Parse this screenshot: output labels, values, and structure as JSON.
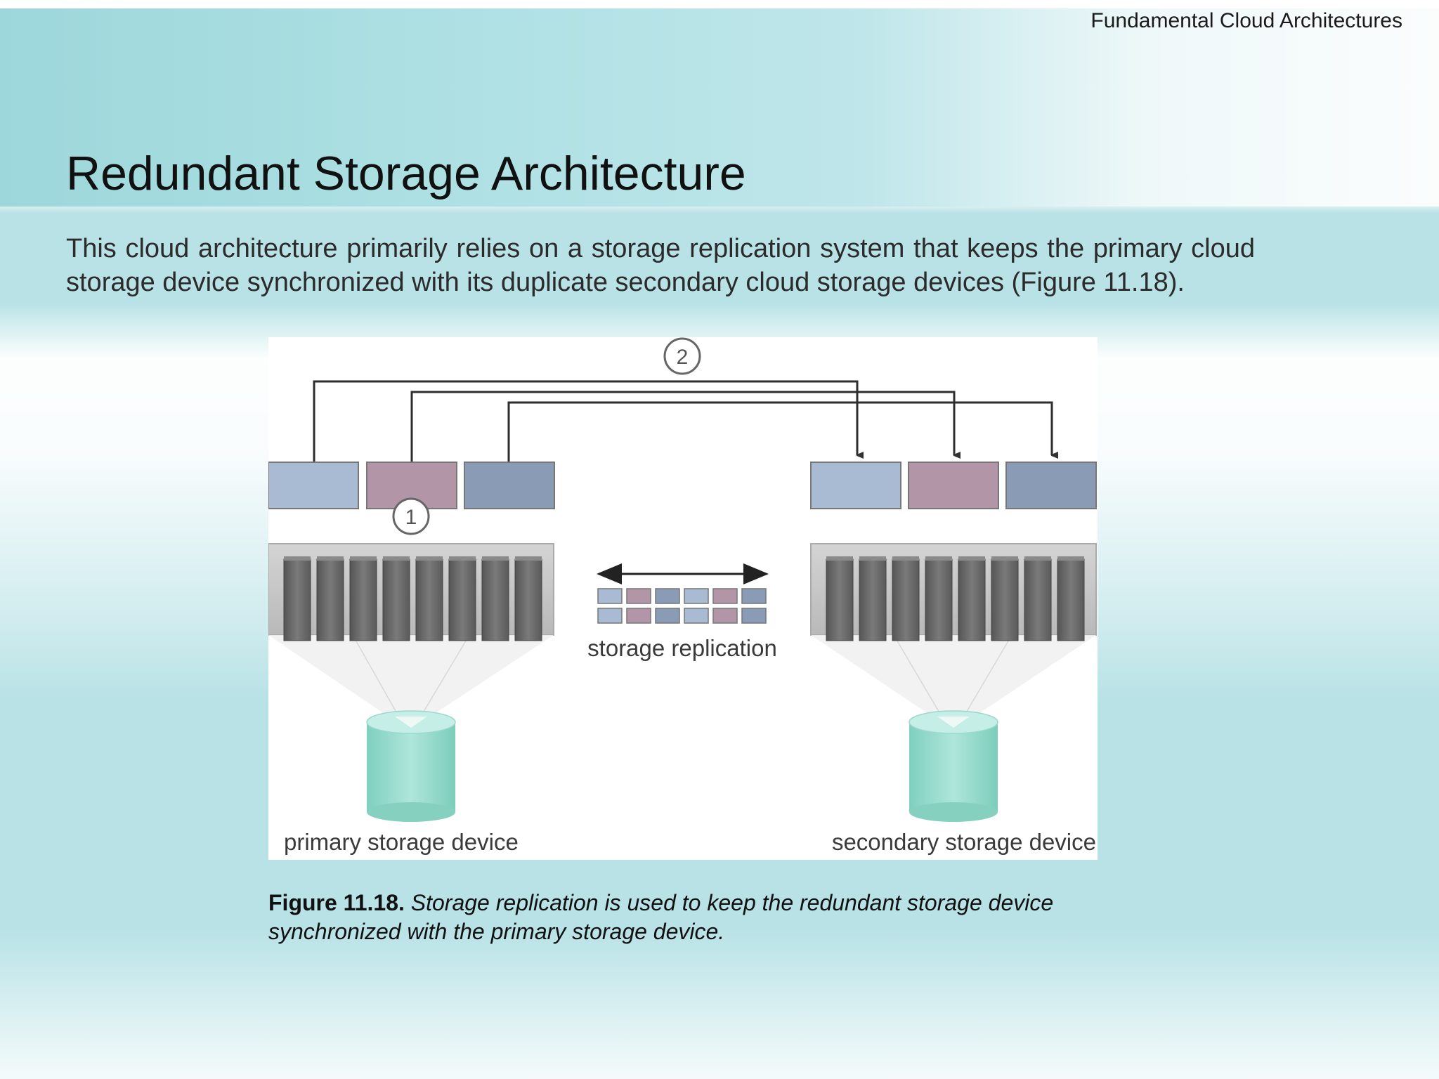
{
  "header": {
    "section": "Fundamental Cloud Architectures"
  },
  "slide": {
    "title": "Redundant Storage Architecture",
    "body": "This cloud architecture primarily relies on a storage replication system that keeps the primary cloud storage device synchronized with its duplicate secondary cloud storage devices (Figure 11.18)."
  },
  "figure": {
    "step1": "1",
    "step2": "2",
    "replication_label": "storage replication",
    "primary_label": "primary storage device",
    "secondary_label": "secondary storage device",
    "colors": {
      "block_blue": "#a8bbd3",
      "block_mauve": "#b295a6",
      "block_slate": "#8a9bb5",
      "cylinder": "#8fd8c8",
      "disk": "#6f6f6f"
    }
  },
  "caption": {
    "label": "Figure 11.18.",
    "text": "Storage replication is used to keep the redundant storage device synchronized with the primary storage device."
  }
}
